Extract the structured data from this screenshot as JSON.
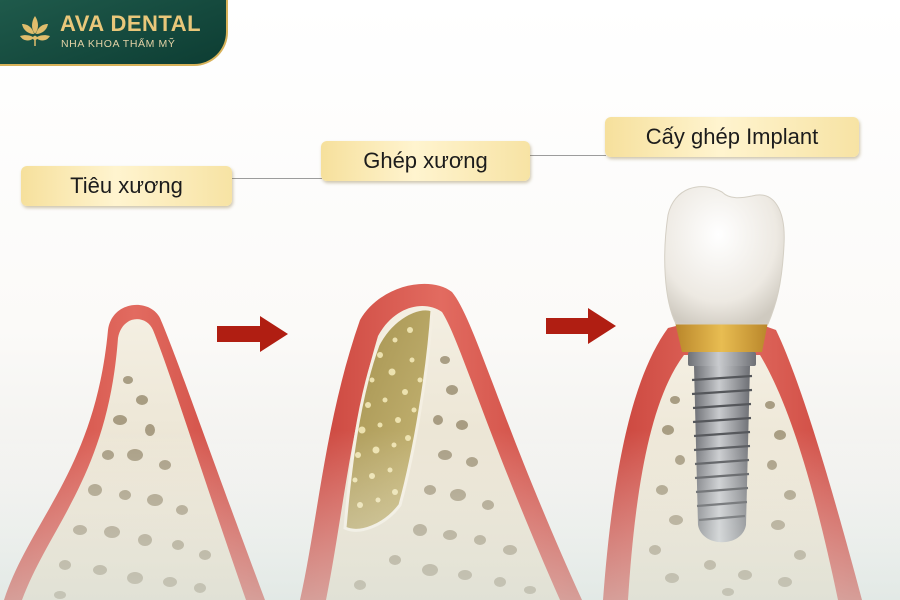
{
  "brand": {
    "name": "AVA DENTAL",
    "tagline": "NHA KHOA THẨM MỸ",
    "logo_icon": "lotus-icon",
    "colors": {
      "panel": "#0f4437",
      "gold": "#e0bd6c"
    }
  },
  "stages": [
    {
      "label": "Tiêu xương"
    },
    {
      "label": "Ghép xương"
    },
    {
      "label": "Cấy ghép Implant"
    }
  ],
  "colors": {
    "gum": "#d9534a",
    "bone": "#ece6d6",
    "bone_pores": "#9c9074",
    "graft": "#b8a665",
    "arrow": "#b01e12",
    "crown": "#f4f1ec",
    "collar": "#d6a437",
    "implant": "#8d8f94"
  }
}
